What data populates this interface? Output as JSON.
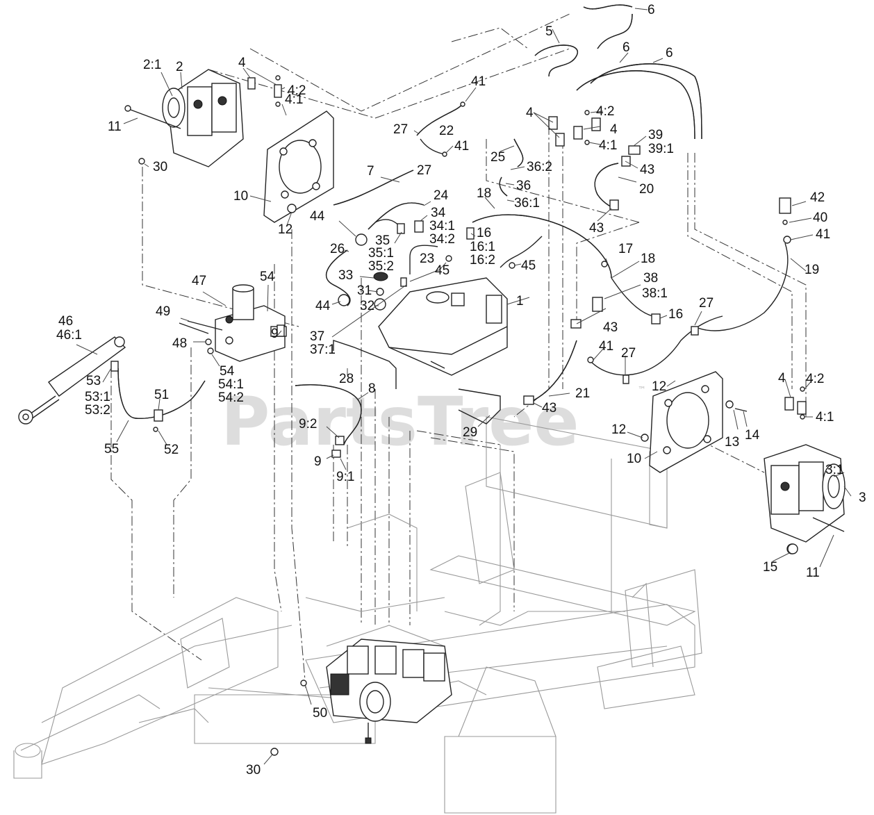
{
  "watermark": {
    "text": "PartsTree",
    "tm": "™"
  },
  "callouts": [
    "1",
    "2",
    "2:1",
    "3",
    "3:1",
    "4",
    "4:1",
    "4:2",
    "5",
    "6",
    "7",
    "8",
    "9",
    "9:1",
    "9:2",
    "10",
    "11",
    "12",
    "13",
    "14",
    "15",
    "16",
    "16:1",
    "16:2",
    "17",
    "18",
    "19",
    "20",
    "21",
    "22",
    "23",
    "24",
    "25",
    "26",
    "27",
    "28",
    "29",
    "30",
    "31",
    "32",
    "33",
    "34",
    "34:1",
    "34:2",
    "35",
    "35:1",
    "35:2",
    "36",
    "36:1",
    "36:2",
    "37",
    "37:1",
    "38",
    "38:1",
    "39",
    "39:1",
    "40",
    "41",
    "42",
    "43",
    "44",
    "45",
    "46",
    "46:1",
    "47",
    "48",
    "49",
    "50",
    "51",
    "52",
    "53",
    "53:1",
    "53:2",
    "54",
    "54:1",
    "54:2",
    "55"
  ]
}
